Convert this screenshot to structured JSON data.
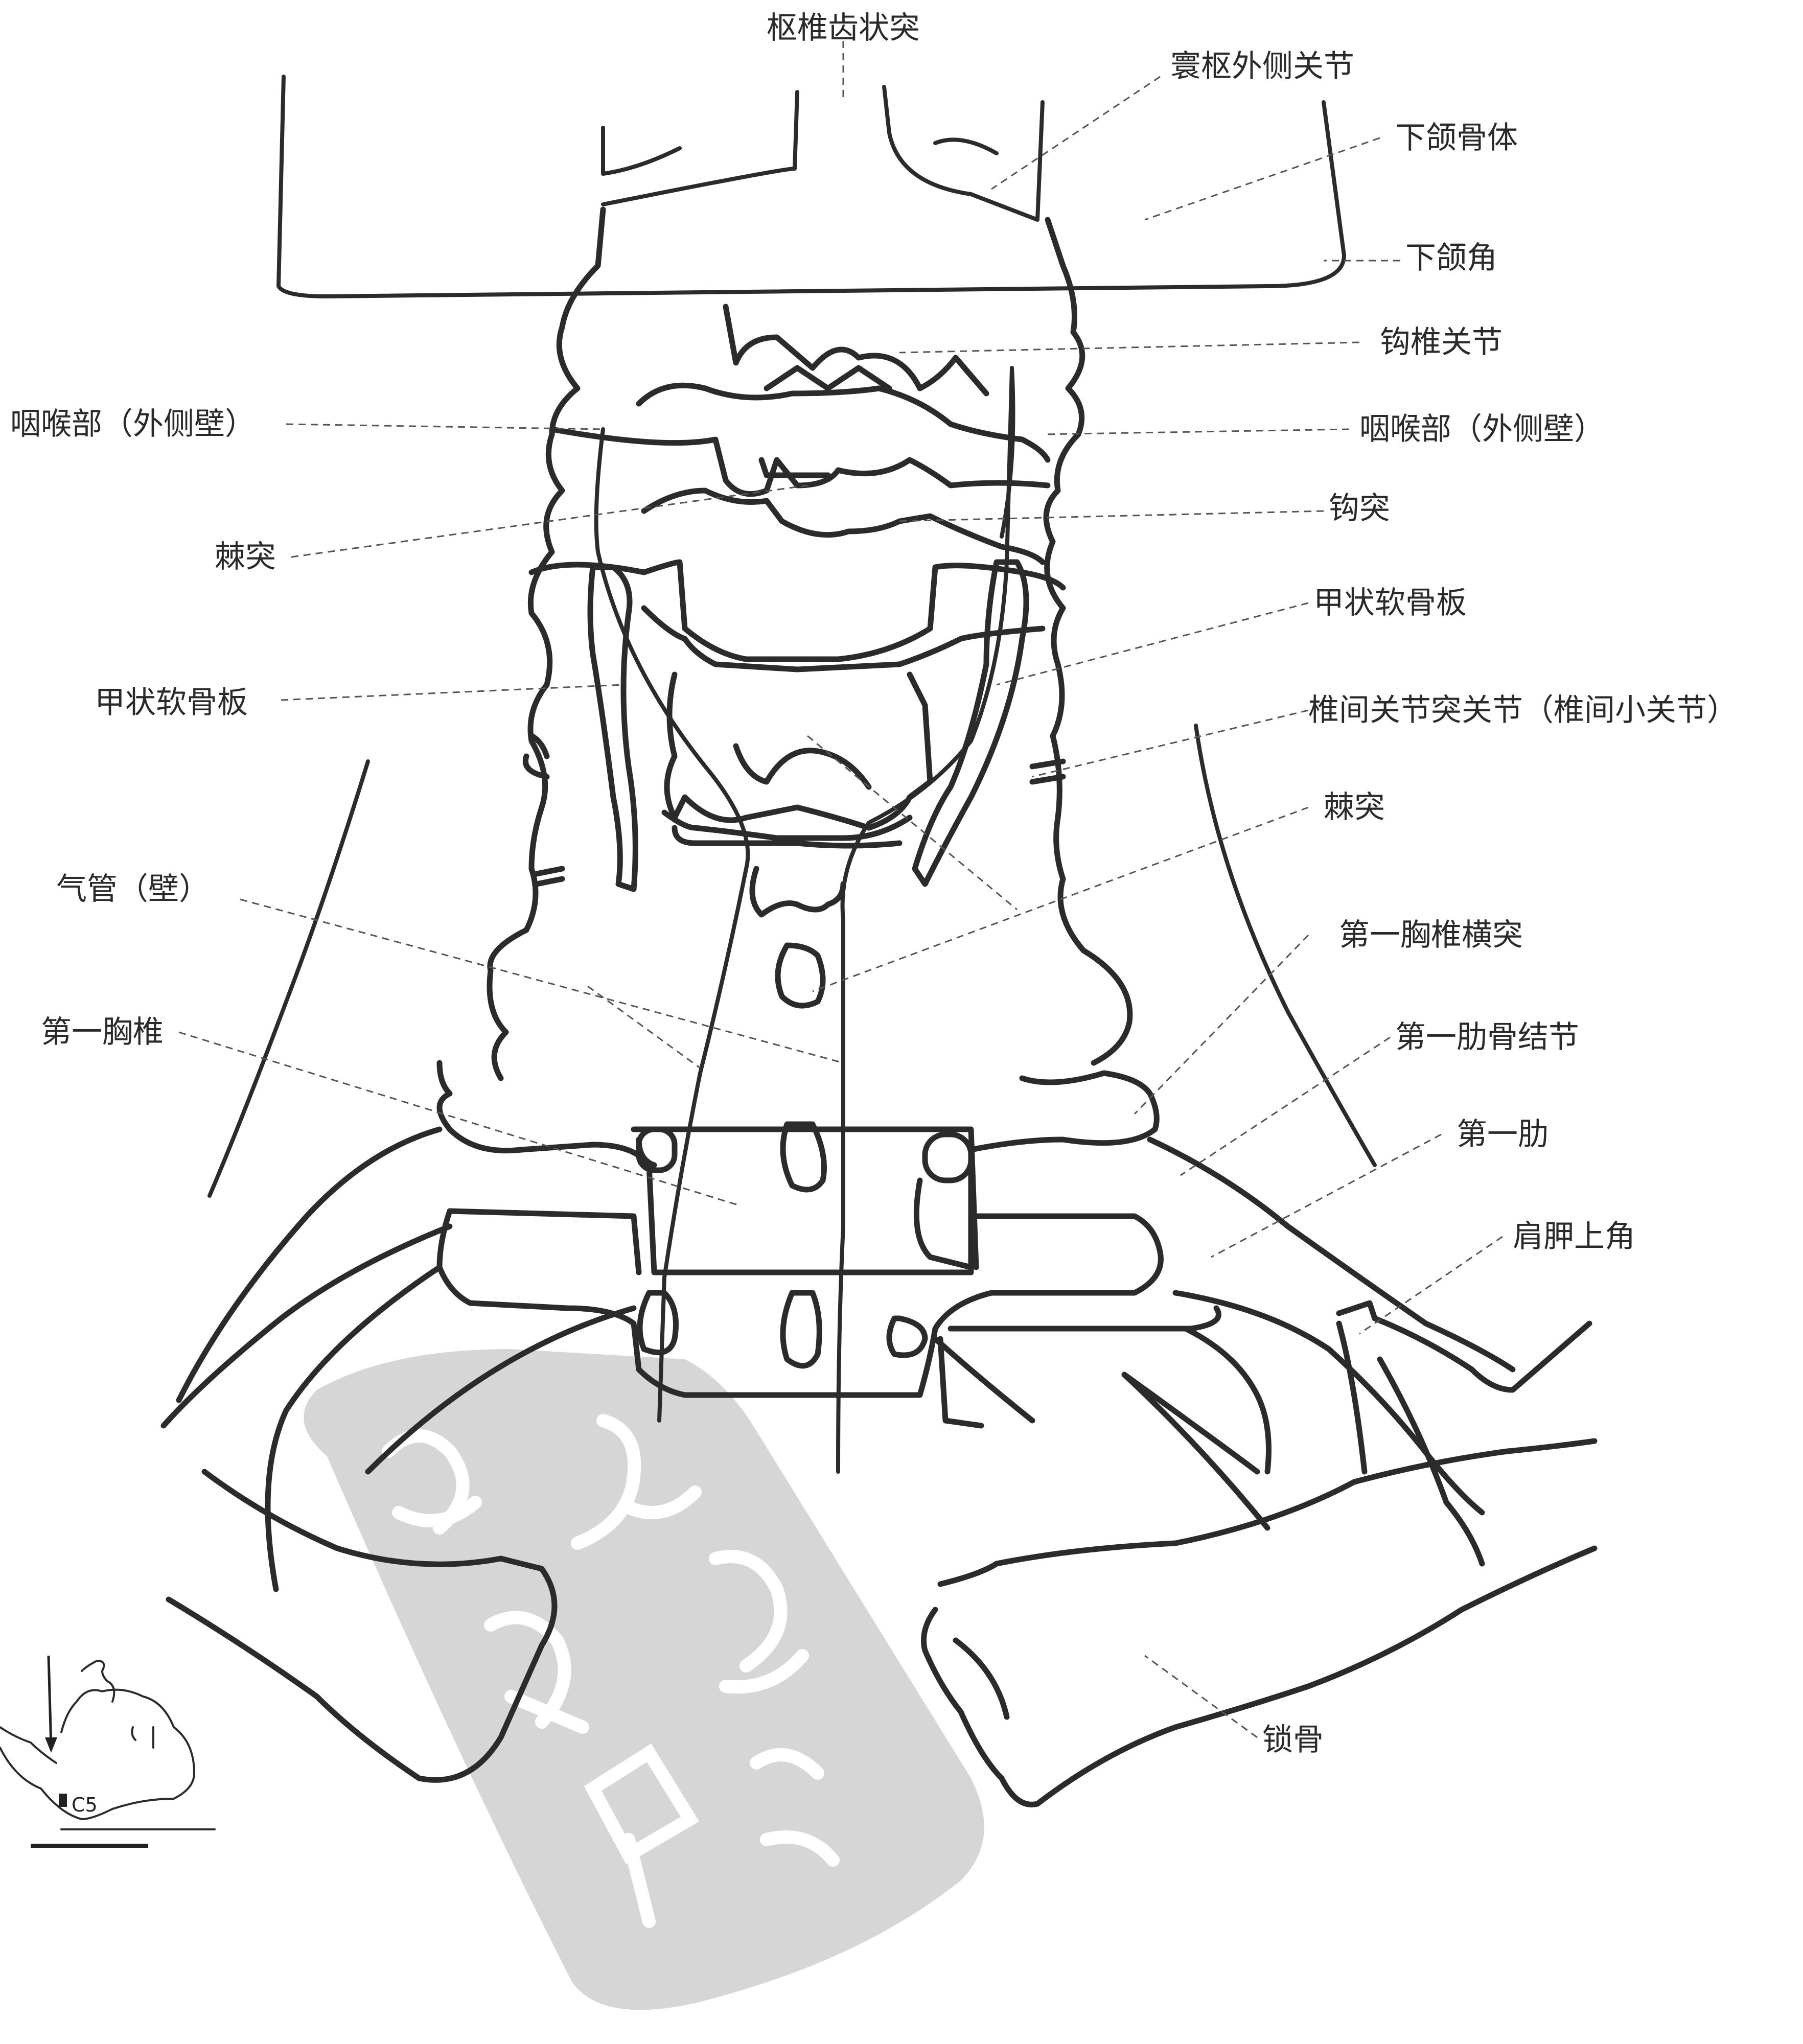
{
  "labels": {
    "axis_dens": "枢椎齿状突",
    "atlantoaxial_lateral_joint": "寰枢外侧关节",
    "mandible_body": "下颌骨体",
    "mandible_angle": "下颌角",
    "uncovertebral_joint": "钩椎关节",
    "hypopharynx_left": "咽喉部（外侧壁）",
    "hypopharynx_right": "咽喉部（外侧壁）",
    "spinous_process_upper": "棘突",
    "uncinate_process": "钩突",
    "thyroid_cartilage_right": "甲状软骨板",
    "thyroid_cartilage_left": "甲状软骨板",
    "facet_joint": "椎间关节突关节（椎间小关节）",
    "spinous_process_lower": "棘突",
    "trachea_wall": "气管（壁）",
    "t1_transverse_process": "第一胸椎横突",
    "first_thoracic_vertebra": "第一胸椎",
    "first_rib_tubercle": "第一肋骨结节",
    "first_rib": "第一肋",
    "scapula_superior_angle": "肩胛上角",
    "clavicle": "锁骨"
  },
  "inset": {
    "level_label": "C5"
  },
  "watermark": {
    "color": "#c9c9c9"
  },
  "colors": {
    "line": "#2b2b2b",
    "leader": "#555555",
    "background": "#ffffff"
  }
}
